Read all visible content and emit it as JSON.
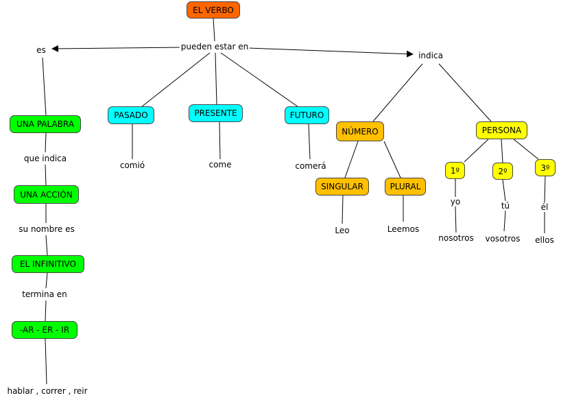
{
  "nodes": {
    "verbo": "EL VERBO",
    "pasado": "PASADO",
    "presente": "PRESENTE",
    "futuro": "FUTURO",
    "palabra": "UNA PALABRA",
    "accion": "UNA ACCIÓN",
    "infinitivo": "EL INFINITIVO",
    "ar_er_ir": "-AR - ER - IR",
    "numero": "NÚMERO",
    "persona": "PERSONA",
    "singular": "SINGULAR",
    "plural": "PLURAL",
    "p1": "1º",
    "p2": "2º",
    "p3": "3º"
  },
  "labels": {
    "pueden": "pueden estar en",
    "es": "es",
    "indica": "indica",
    "que_indica": "que indica",
    "su_nombre": "su nombre es",
    "termina": "termina en",
    "hablar": "hablar , correr , reir",
    "comio": "comió",
    "come": "come",
    "comera": "comerá",
    "leo": "Leo",
    "leemos": "Leemos",
    "yo": "yo",
    "nosotros": "nosotros",
    "tu": "tú",
    "vosotros": "vosotros",
    "el": "él",
    "ellos": "ellos"
  },
  "colors": {
    "verbo": "#ff6600",
    "tiempo": "#00ffff",
    "definicion": "#00ff00",
    "numero_persona": "#ffc000",
    "personas": "#ffff00"
  }
}
